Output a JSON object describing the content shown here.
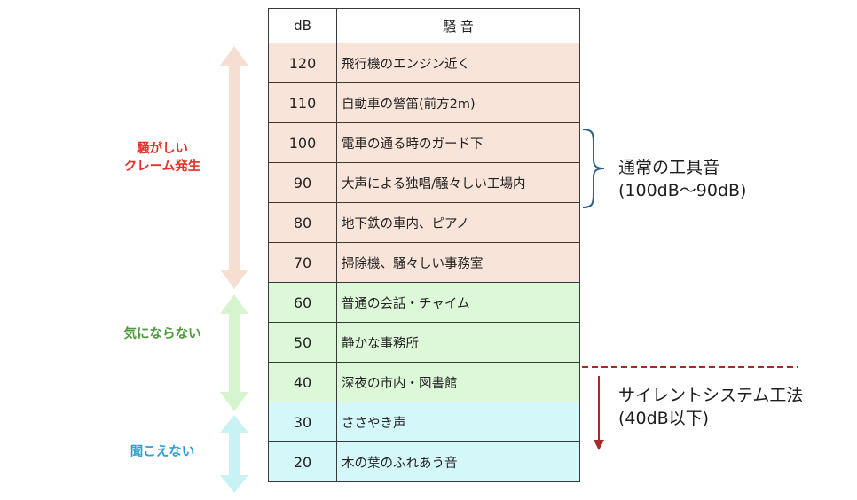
{
  "table": {
    "headers": {
      "db": "dB",
      "noise": "騒 音"
    },
    "rows": [
      {
        "db": "120",
        "noise": "飛行機のエンジン近く",
        "band": "pink"
      },
      {
        "db": "110",
        "noise": "自動車の警笛(前方2m)",
        "band": "pink"
      },
      {
        "db": "100",
        "noise": "電車の通る時のガード下",
        "band": "pink"
      },
      {
        "db": "90",
        "noise": "大声による独唱/騒々しい工場内",
        "band": "pink"
      },
      {
        "db": "80",
        "noise": "地下鉄の車内、ピアノ",
        "band": "pink"
      },
      {
        "db": "70",
        "noise": "掃除機、騒々しい事務室",
        "band": "pink"
      },
      {
        "db": "60",
        "noise": "普通の会話・チャイム",
        "band": "green"
      },
      {
        "db": "50",
        "noise": "静かな事務所",
        "band": "green"
      },
      {
        "db": "40",
        "noise": "深夜の市内・図書館",
        "band": "green"
      },
      {
        "db": "30",
        "noise": "ささやき声",
        "band": "cyan"
      },
      {
        "db": "20",
        "noise": "木の葉のふれあう音",
        "band": "cyan"
      }
    ]
  },
  "zones": {
    "noisy": {
      "line1": "騒がしい",
      "line2": "クレーム発生",
      "color": "#e8302a",
      "arrow_color": "#f6ded2"
    },
    "unnoticed": {
      "label": "気にならない",
      "color": "#4f9a3c",
      "arrow_color": "#d6f5cf"
    },
    "inaudible": {
      "label": "聞こえない",
      "color": "#2e9fd6",
      "arrow_color": "#c9f2f7"
    }
  },
  "annotations": {
    "tool_noise": {
      "line1": "通常の工具音",
      "line2": "(100dB〜90dB)",
      "brace_color": "#2f5f8a"
    },
    "silent_system": {
      "line1": "サイレントシステム工法",
      "line2": "(40dB以下)",
      "line_color": "#a52a2a"
    }
  },
  "colors": {
    "pink_band": "#f9e4da",
    "green_band": "#dcf8d8",
    "cyan_band": "#d4f8fa"
  }
}
